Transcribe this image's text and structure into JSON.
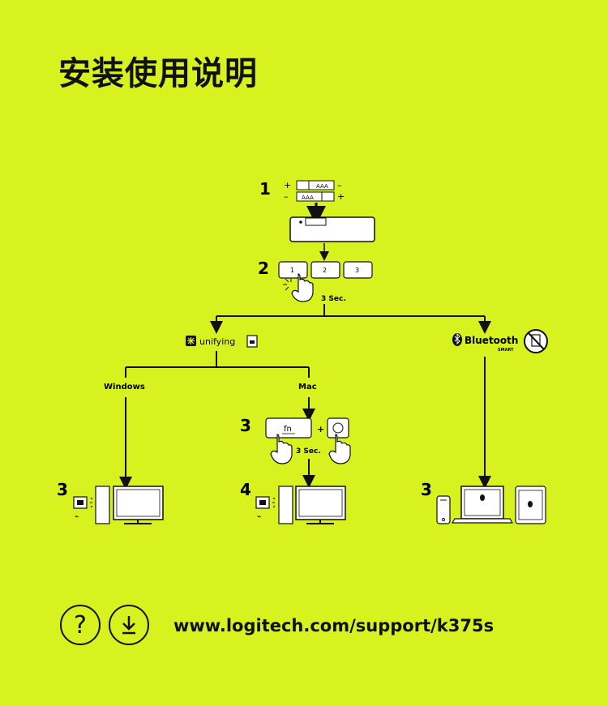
{
  "title": "安装使用说明",
  "steps": {
    "step1": "1",
    "step2": "2",
    "unify_step3": "3",
    "win_step3": "3",
    "mac_step4": "4",
    "bt_step3": "3"
  },
  "battery": {
    "label1": "AAA",
    "label2": "AAA",
    "plus": "+",
    "minus": "–"
  },
  "channel_keys": [
    "1",
    "2",
    "3"
  ],
  "hold_time": "3 Sec.",
  "hold_time_mac": "3 Sec.",
  "unifying_label": "unifying",
  "bluetooth_label": "Bluetooth",
  "bluetooth_sub": "SMART",
  "windows_label": "Windows",
  "mac_label": "Mac",
  "fn_key": "fn",
  "plus_sign": "+",
  "footer": {
    "help_icon": "?",
    "url": "www.logitech.com/support/k375s"
  },
  "colors": {
    "background": "#d7f21f",
    "ink": "#111111",
    "panel": "#ffffff"
  }
}
